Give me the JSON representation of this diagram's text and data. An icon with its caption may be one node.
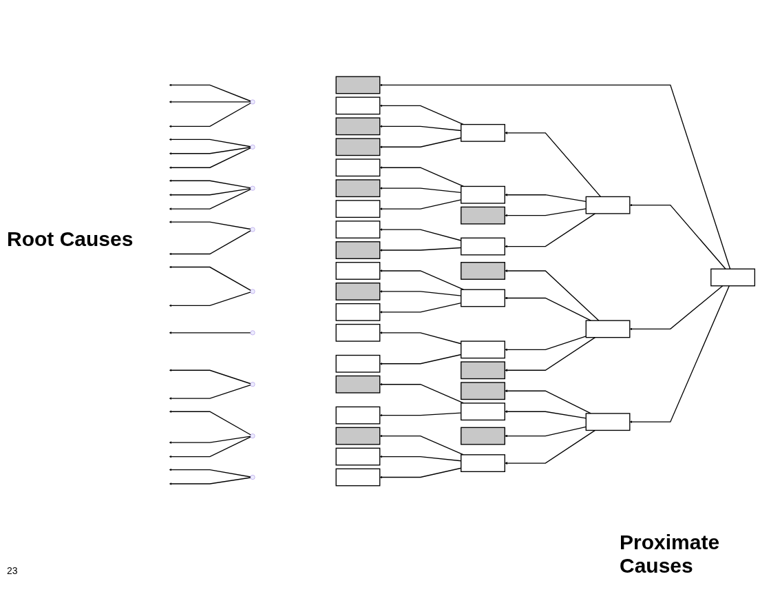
{
  "diagram": {
    "nodes": [
      {
        "text": [],
        "shape": "box"
      },
      {
        "text": [],
        "shape": "box"
      },
      {
        "text": [],
        "shape": "box"
      },
      {
        "text": [],
        "shape": "box"
      },
      {
        "text": [],
        "shape": "box"
      },
      {
        "text": [],
        "shape": "box"
      },
      {
        "text": [],
        "shape": "box"
      },
      {
        "text": [],
        "shape": "box"
      },
      {
        "text": [],
        "shape": "box"
      },
      {
        "text": [],
        "shape": "box"
      },
      {
        "text": [],
        "shape": "box"
      },
      {
        "text": [],
        "shape": "box"
      },
      {
        "text": [],
        "shape": "box"
      },
      {
        "text": [],
        "shape": "box"
      },
      {
        "text": [],
        "shape": "box"
      },
      {
        "text": [],
        "shape": "box"
      },
      {
        "text": [],
        "shape": "box"
      },
      {
        "text": [],
        "shape": "box"
      },
      {
        "text": [],
        "shape": "box"
      },
      {
        "text": [],
        "shape": "box"
      },
      {
        "text": [],
        "shape": "box"
      },
      {
        "text": [],
        "shape": "box"
      },
      {
        "text": [],
        "shape": "box"
      },
      {
        "text": [],
        "shape": "box"
      },
      {
        "text": [],
        "shape": "box"
      },
      {
        "text": [],
        "shape": "box"
      },
      {
        "text": [],
        "shape": "box"
      },
      {
        "text": [],
        "shape": "box"
      },
      {
        "text": [],
        "shape": "box"
      },
      {
        "text": [],
        "shape": "box"
      },
      {
        "text": [],
        "shape": "box"
      },
      {
        "text": [],
        "shape": "box"
      },
      {
        "text": [],
        "shape": "box"
      },
      {
        "text": [],
        "shape": "box"
      },
      {
        "text": [],
        "shape": "box"
      },
      {
        "text": [],
        "shape": "point"
      },
      {
        "text": [],
        "shape": "point"
      },
      {
        "text": [],
        "shape": "point"
      },
      {
        "text": [],
        "shape": "point"
      },
      {
        "text": [],
        "shape": "point"
      },
      {
        "text": [],
        "shape": "point"
      },
      {
        "text": [],
        "shape": "point"
      },
      {
        "text": [],
        "shape": "point"
      },
      {
        "text": [],
        "shape": "point"
      }
    ],
    "edges": [
      {
        "from": 0,
        "to": 1,
        "arrow": "to"
      },
      {
        "from": 0,
        "to": 2,
        "arrow": "to"
      },
      {
        "from": 0,
        "to": 3,
        "arrow": "to"
      },
      {
        "from": 0,
        "to": 4,
        "arrow": "to"
      },
      {
        "from": 2,
        "to": 5,
        "arrow": "to"
      },
      {
        "from": 2,
        "to": 6,
        "arrow": "to"
      },
      {
        "from": 2,
        "to": 7,
        "arrow": "to"
      },
      {
        "from": 2,
        "to": 8,
        "arrow": "to"
      },
      {
        "from": 3,
        "to": 9,
        "arrow": "to"
      },
      {
        "from": 3,
        "to": 10,
        "arrow": "to"
      },
      {
        "from": 3,
        "to": 11,
        "arrow": "to"
      },
      {
        "from": 3,
        "to": 12,
        "arrow": "to"
      },
      {
        "from": 4,
        "to": 13,
        "arrow": "to"
      },
      {
        "from": 4,
        "to": 14,
        "arrow": "to"
      },
      {
        "from": 4,
        "to": 15,
        "arrow": "to"
      },
      {
        "from": 4,
        "to": 16,
        "arrow": "to"
      },
      {
        "from": 5,
        "to": 17,
        "arrow": "to"
      },
      {
        "from": 5,
        "to": 18,
        "arrow": "to"
      },
      {
        "from": 5,
        "to": 19,
        "arrow": "to"
      },
      {
        "from": 6,
        "to": 20,
        "arrow": "to"
      },
      {
        "from": 6,
        "to": 21,
        "arrow": "to"
      },
      {
        "from": 6,
        "to": 22,
        "arrow": "to"
      },
      {
        "from": 8,
        "to": 23,
        "arrow": "to"
      },
      {
        "from": 8,
        "to": 24,
        "arrow": "to"
      },
      {
        "from": 10,
        "to": 25,
        "arrow": "to"
      },
      {
        "from": 10,
        "to": 26,
        "arrow": "to"
      },
      {
        "from": 10,
        "to": 27,
        "arrow": "to"
      },
      {
        "from": 11,
        "to": 28,
        "arrow": "to"
      },
      {
        "from": 11,
        "to": 29,
        "arrow": "to"
      },
      {
        "from": 14,
        "to": 30,
        "arrow": "to"
      },
      {
        "from": 14,
        "to": 31,
        "arrow": "to"
      },
      {
        "from": 16,
        "to": 32,
        "arrow": "to"
      },
      {
        "from": 16,
        "to": 33,
        "arrow": "to"
      },
      {
        "from": 16,
        "to": 34,
        "arrow": "to"
      },
      {
        "from": 35,
        "to": null,
        "arrow": "to"
      },
      {
        "from": 35,
        "to": null,
        "arrow": "to"
      },
      {
        "from": 35,
        "to": null,
        "arrow": "to"
      },
      {
        "from": 36,
        "to": null,
        "arrow": "to"
      },
      {
        "from": 36,
        "to": null,
        "arrow": "to"
      },
      {
        "from": 36,
        "to": null,
        "arrow": "to"
      },
      {
        "from": 37,
        "to": null,
        "arrow": "to"
      },
      {
        "from": 37,
        "to": null,
        "arrow": "to"
      },
      {
        "from": 37,
        "to": null,
        "arrow": "to"
      },
      {
        "from": 38,
        "to": null,
        "arrow": "to"
      },
      {
        "from": 38,
        "to": null,
        "arrow": "to"
      },
      {
        "from": 39,
        "to": null,
        "arrow": "to"
      },
      {
        "from": 39,
        "to": null,
        "arrow": "to"
      },
      {
        "from": 40,
        "to": null,
        "arrow": "to"
      },
      {
        "from": 41,
        "to": null,
        "arrow": "to"
      },
      {
        "from": 41,
        "to": null,
        "arrow": "to"
      },
      {
        "from": 42,
        "to": null,
        "arrow": "to"
      },
      {
        "from": 42,
        "to": null,
        "arrow": "to"
      },
      {
        "from": 42,
        "to": null,
        "arrow": "to"
      },
      {
        "from": 43,
        "to": null,
        "arrow": "to"
      },
      {
        "from": 43,
        "to": null,
        "arrow": "to"
      }
    ],
    "labels": [
      "Proximate Causes",
      "Root Causes",
      "23"
    ]
  }
}
